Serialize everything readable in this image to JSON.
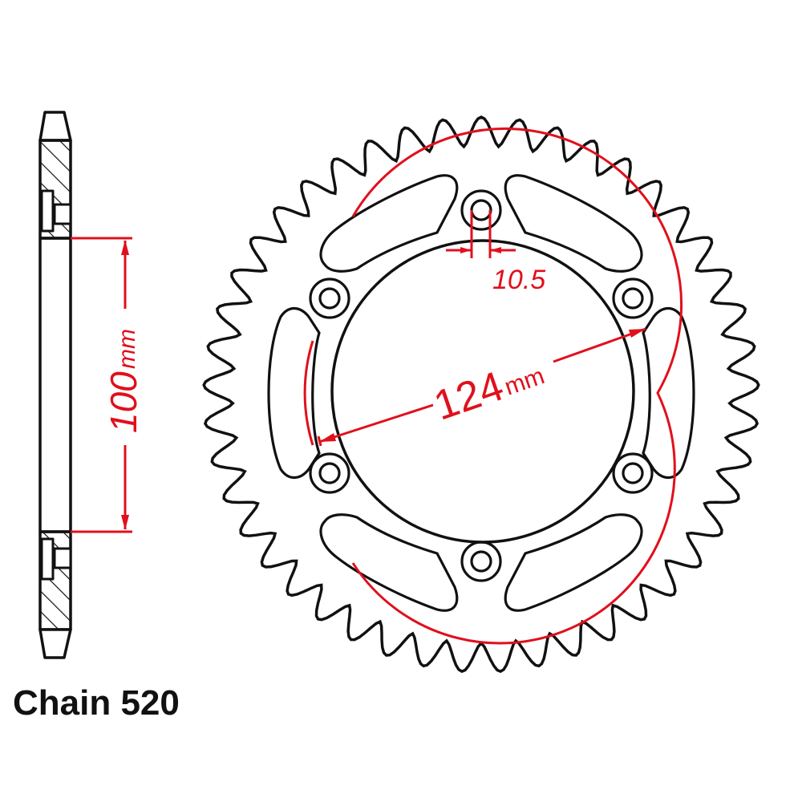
{
  "caption": "Chain 520",
  "dimensions": {
    "bore_height": "100",
    "bore_unit": "mm",
    "pcd": "124",
    "pcd_unit": "mm",
    "bolt_hole": "10.5"
  },
  "sprocket": {
    "teeth": 45,
    "bolt_holes": 6,
    "lightening_slots": 6
  },
  "colors": {
    "outline": "#111111",
    "dimension": "#e0101c"
  }
}
